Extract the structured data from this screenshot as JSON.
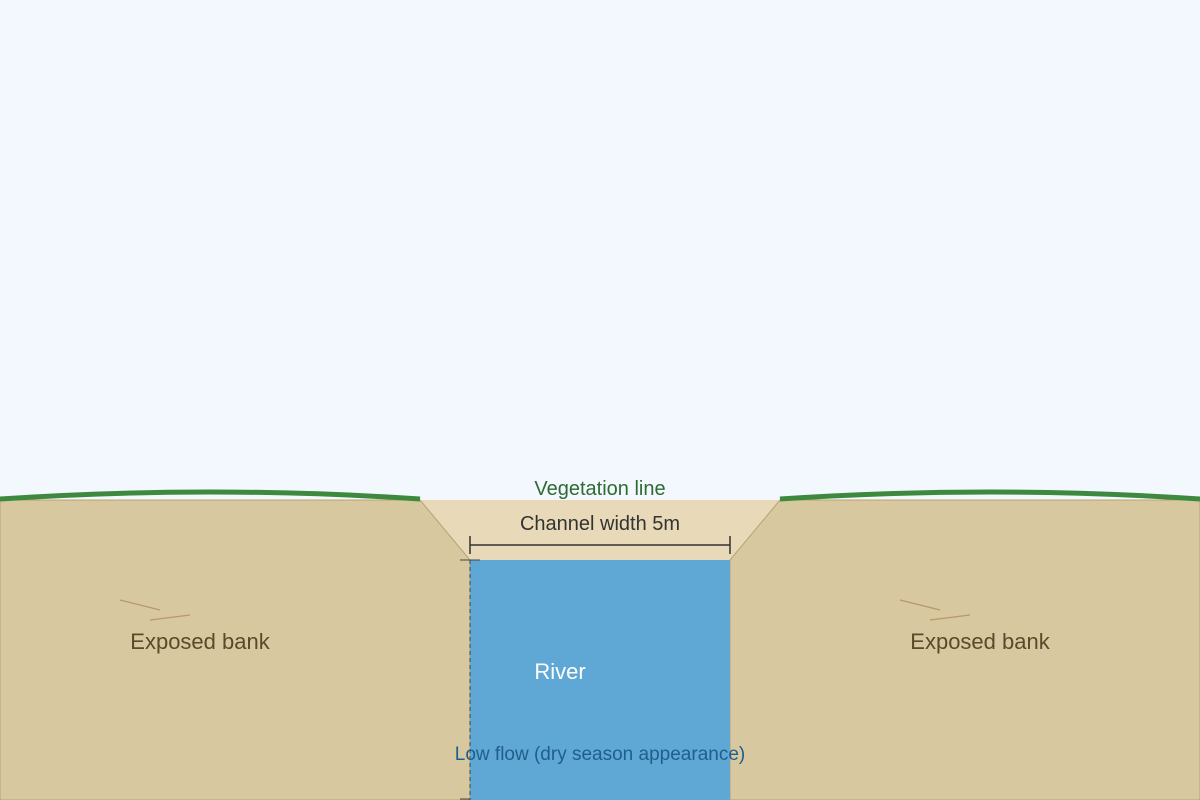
{
  "labels": {
    "vegetation_line": "Vegetation line",
    "channel_width": "Channel width 5m",
    "bank_left": "Exposed bank",
    "bank_right": "Exposed bank",
    "river": "River",
    "flow_note": "Low flow (dry season appearance)"
  },
  "colors": {
    "sky": "#f3f8fe",
    "bank": "#d8c8a0",
    "channel_slope": "#e8d9b8",
    "water": "#5fa7d4",
    "vegetation": "#3d8a3f",
    "bank_text": "#5a4a2a",
    "vegetation_text": "#2e6b32",
    "water_text": "#ffffff",
    "note_text": "#1f5f8b",
    "dimension": "#333333"
  }
}
